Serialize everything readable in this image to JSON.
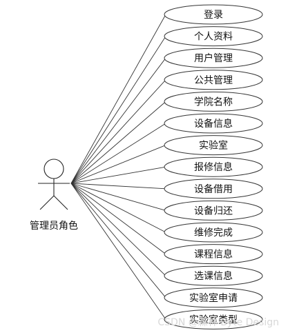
{
  "actor": {
    "label": "管理员角色"
  },
  "use_cases": [
    {
      "label": "登录"
    },
    {
      "label": "个人资料"
    },
    {
      "label": "用户管理"
    },
    {
      "label": "公共管理"
    },
    {
      "label": "学院名称"
    },
    {
      "label": "设备信息"
    },
    {
      "label": "实验室"
    },
    {
      "label": "报修信息"
    },
    {
      "label": "设备借用"
    },
    {
      "label": "设备归还"
    },
    {
      "label": "维修完成"
    },
    {
      "label": "课程信息"
    },
    {
      "label": "选课信息"
    },
    {
      "label": "实验室申请"
    },
    {
      "label": "实验室类型"
    }
  ],
  "watermark": "CSDN @森林 Byte Design"
}
